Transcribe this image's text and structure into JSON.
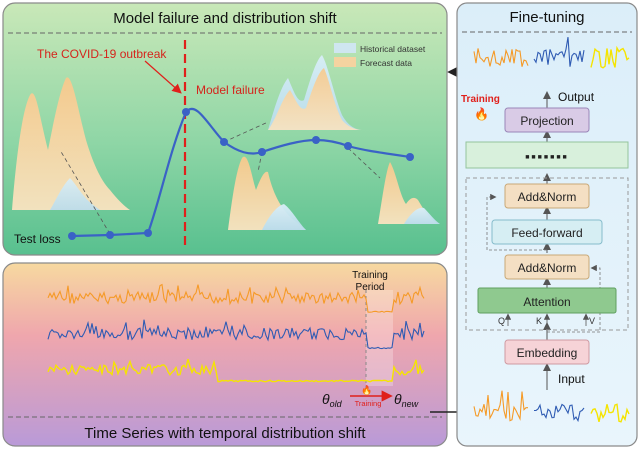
{
  "top_panel": {
    "title": "Model failure and distribution shift",
    "covid_label": "The COVID-19 outbreak",
    "failure_label": "Model failure",
    "loss_label": "Test loss",
    "legend": {
      "historical": "Historical dataset",
      "forecast": "Forecast data"
    },
    "colors": {
      "line": "#3a62c6",
      "covid": "#e0201b",
      "historical": "#cfe6f0",
      "forecast": "#f5d3a0"
    }
  },
  "bottom_panel": {
    "title": "Time Series with temporal distribution shift",
    "training_period_line1": "Training",
    "training_period_line2": "Period",
    "theta_old": "θ",
    "theta_old_sub": "old",
    "theta_new": "θ",
    "theta_new_sub": "new",
    "training_arrow_label": "Training",
    "colors": {
      "orange": "#f59a27",
      "blue": "#2f5bb3",
      "yellow": "#f5e400"
    }
  },
  "right_panel": {
    "title": "Fine-tuning",
    "output_label": "Output",
    "input_label": "Input",
    "training_label": "Training",
    "fire_icon": "🔥",
    "blocks": {
      "projection": "Projection",
      "dots": "■■■■■■■",
      "add_norm_top": "Add&Norm",
      "feed_forward": "Feed-forward",
      "add_norm_bottom": "Add&Norm",
      "attention": "Attention",
      "embedding": "Embedding"
    },
    "qkv": {
      "q": "Q",
      "k": "K",
      "v": "V"
    }
  }
}
